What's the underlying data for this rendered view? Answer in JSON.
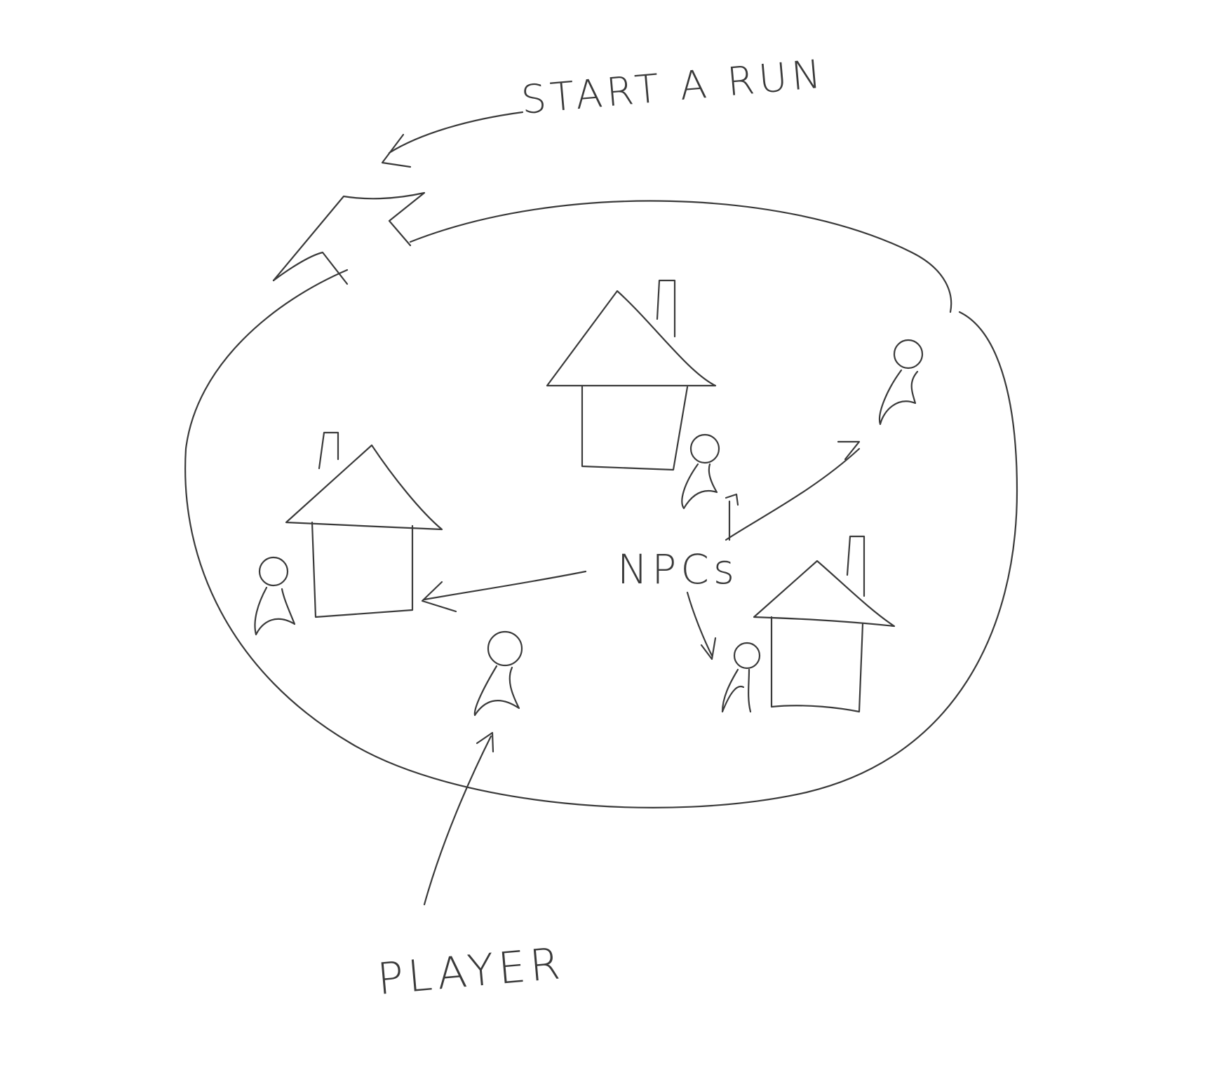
{
  "labels": {
    "start_run": "START A RUN",
    "npcs": "NPCs",
    "player": "PLAYER"
  },
  "colors": {
    "ink": "#3a3a3a",
    "paper": "#ffffff"
  }
}
